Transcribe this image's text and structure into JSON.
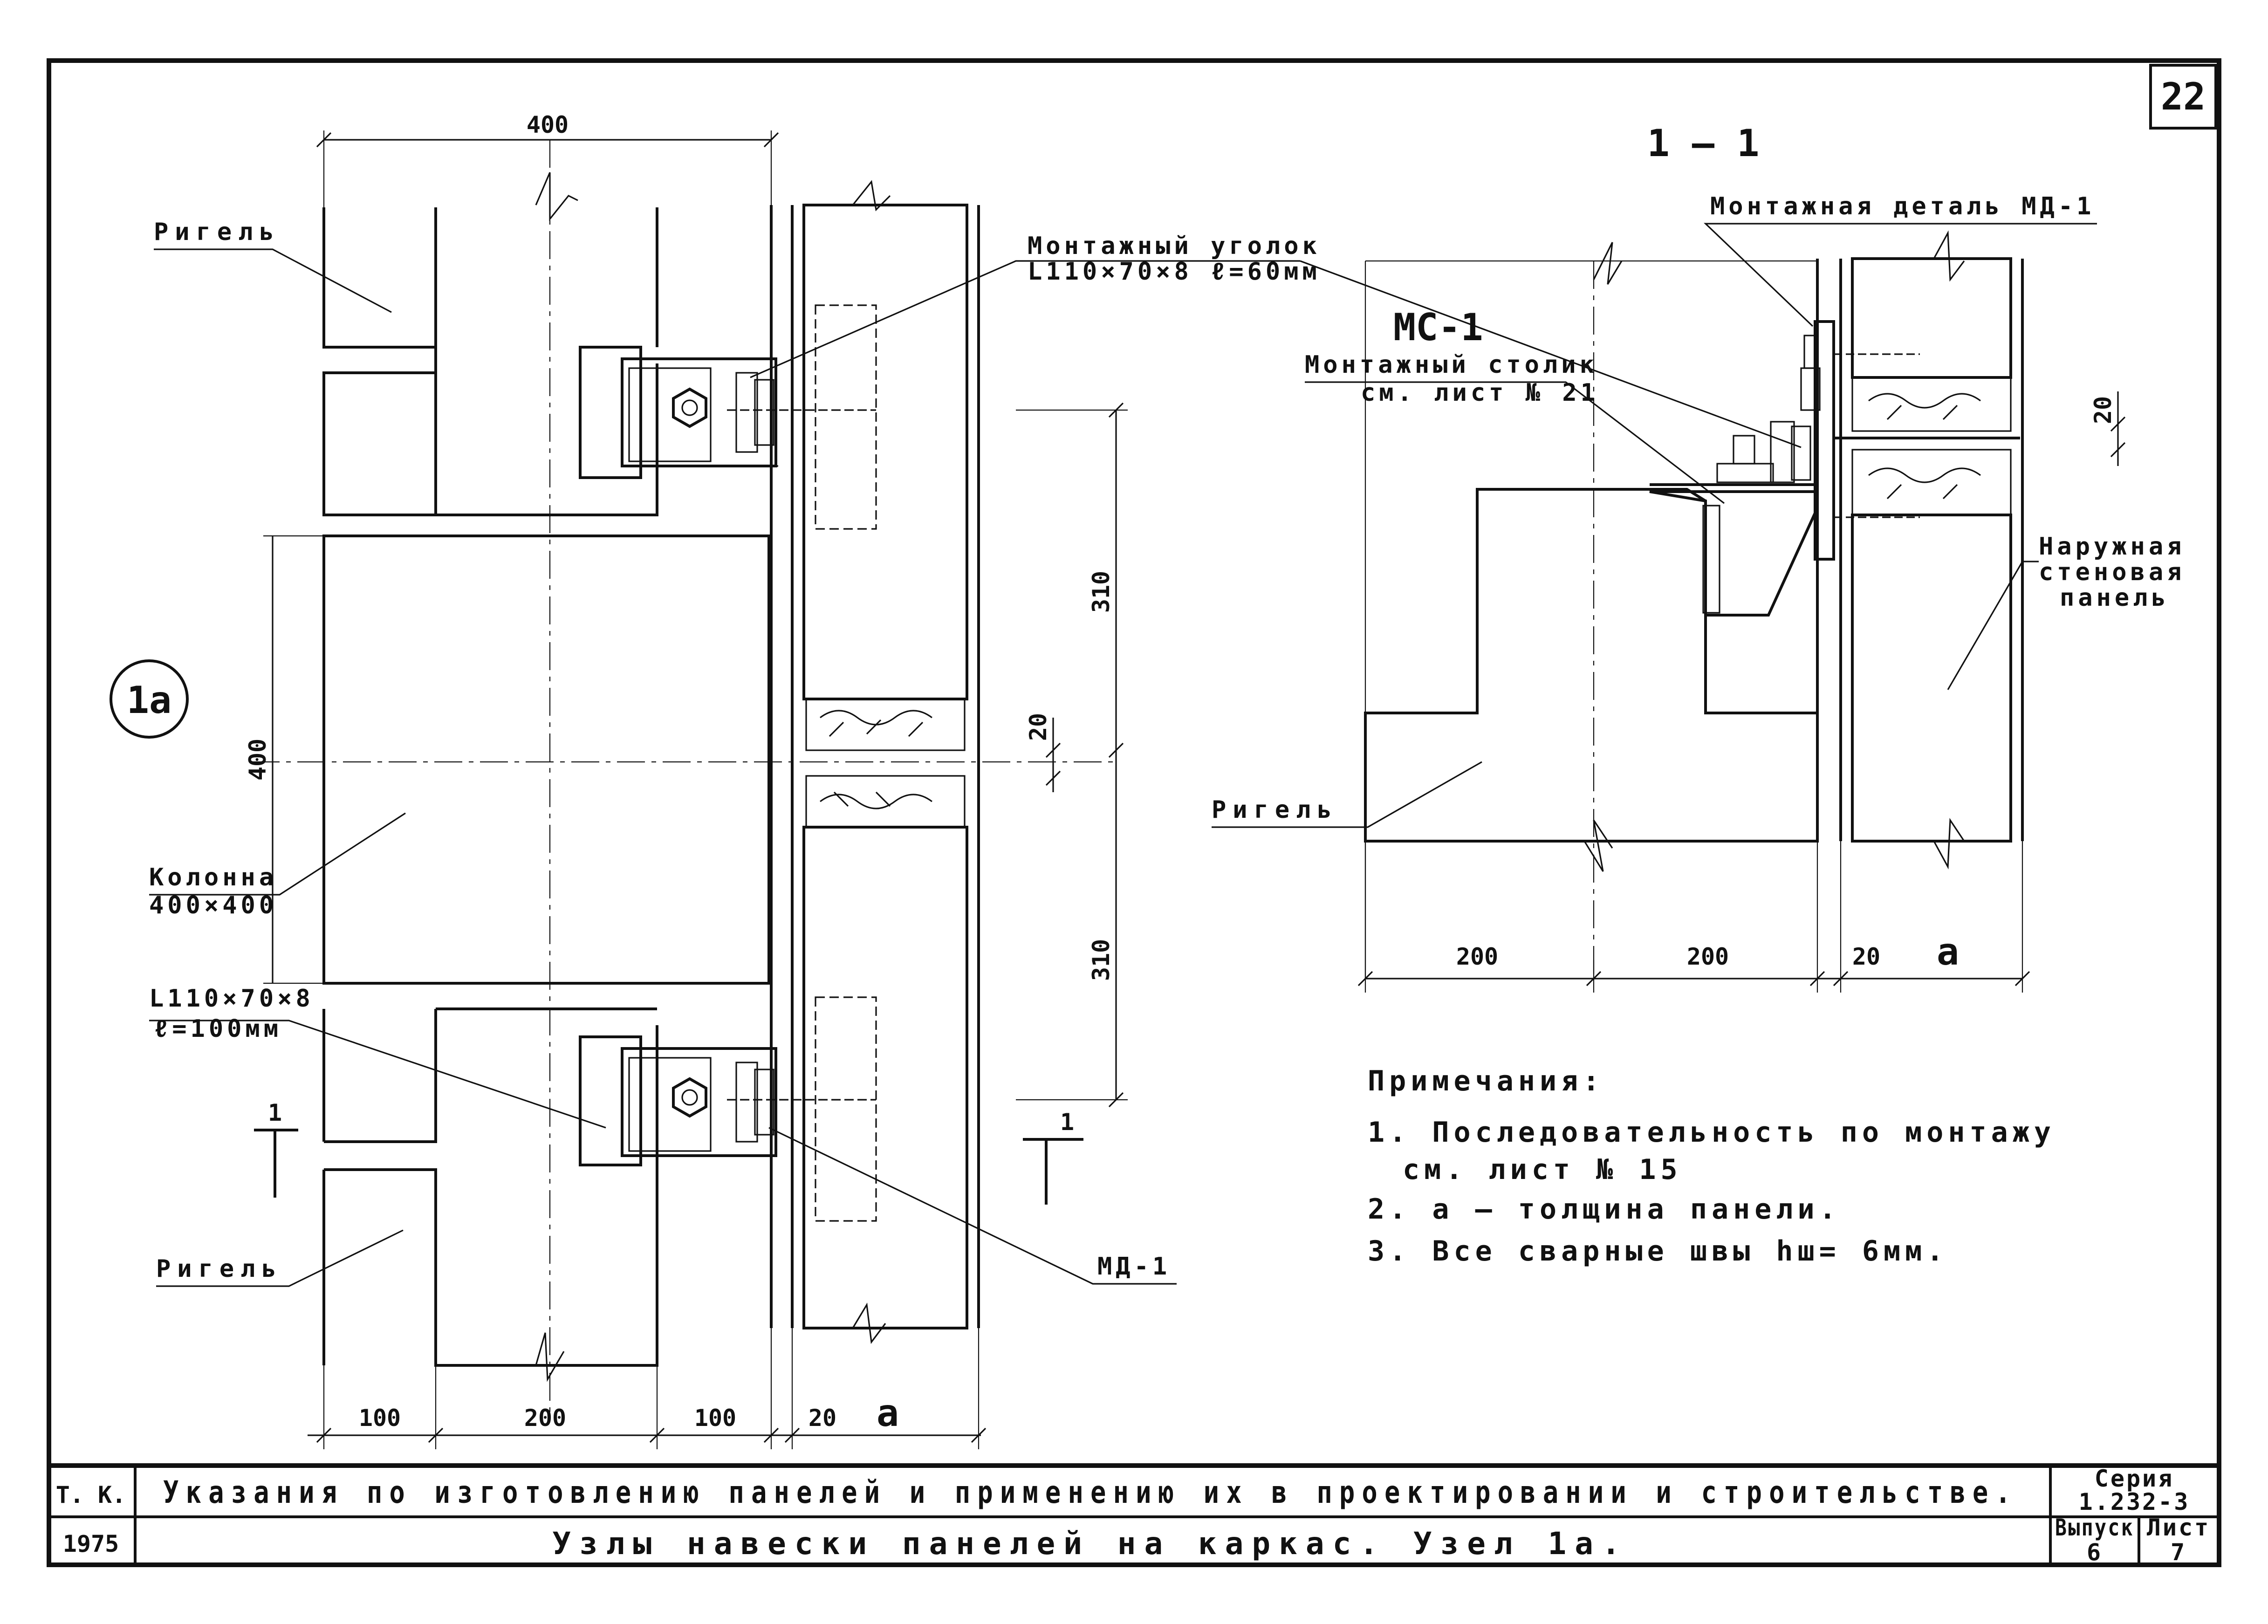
{
  "sheet_number": "22",
  "detail_marker": "1а",
  "section_title": "1 – 1",
  "labels": {
    "rigel_top": "Ригель",
    "rigel_bottom": "Ригель",
    "rigel_section": "Ригель",
    "angle_title": "Монтажный уголок",
    "angle_spec": "L110×70×8  ℓ=60мм",
    "column_title": "Колонна",
    "column_size": "400×400",
    "angle2_spec": "L110×70×8",
    "angle2_len": "ℓ=100мм",
    "md1": "МД-1",
    "mounting_detail": "Монтажная деталь МД-1",
    "mc1": "МС-1",
    "mc1_title": "Монтажный столик",
    "mc1_ref": "см. лист № 21",
    "outer_panel_1": "Наружная",
    "outer_panel_2": "стеновая",
    "outer_panel_3": "панель",
    "cut_mark": "1"
  },
  "dimensions": {
    "top_width": "400",
    "vert_310_upper": "310",
    "vert_20": "20",
    "vert_310_lower": "310",
    "column_height": "400",
    "bottom_100_left": "100",
    "bottom_200": "200",
    "bottom_100_right": "100",
    "bottom_20": "20",
    "bottom_a": "а",
    "sec_20_vert": "20",
    "sec_200_left": "200",
    "sec_200_right": "200",
    "sec_20": "20",
    "sec_a": "а"
  },
  "notes": {
    "title": "Примечания:",
    "items": [
      "1. Последовательность по монтажу",
      "см. лист № 15",
      "2. а – толщина панели.",
      "3. Все сварные швы hш= 6мм."
    ]
  },
  "title_block": {
    "org": "Т. К.",
    "year": "1975",
    "main_title": "Указания по изготовлению панелей и применению их в проектировании и строительстве.",
    "subtitle": "Узлы навески панелей на каркас. Узел 1а.",
    "series_label": "Серия",
    "series_value": "1.232-3",
    "issue_label": "Выпуск",
    "issue_value": "6",
    "sheet_label": "Лист",
    "sheet_value": "7"
  }
}
